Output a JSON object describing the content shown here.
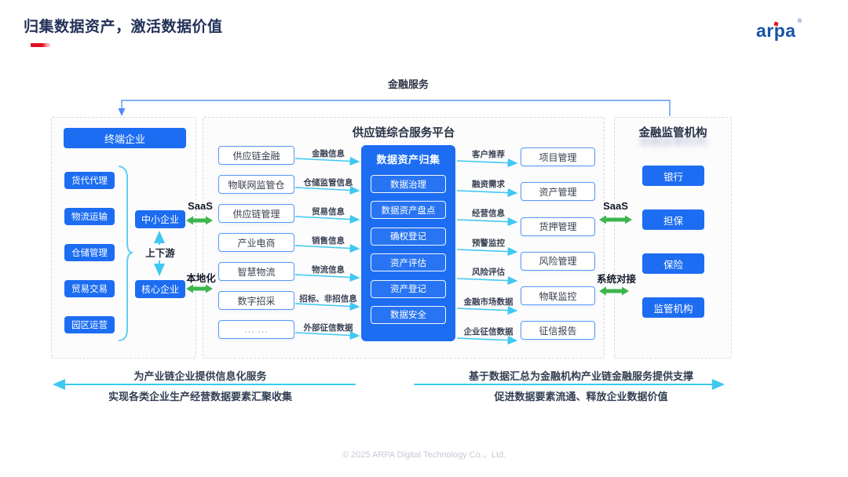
{
  "slide": {
    "title": "归集数据资产，激活数据价值",
    "logo_text": "arpa",
    "logo_mark": "®",
    "footer": "© 2025 ARPA Digital Technology Co.，Ltd."
  },
  "top_flow_label": "金融服务",
  "left_panel": {
    "header_box": "终端企业",
    "industry_items": [
      "货代代理",
      "物流运输",
      "仓储管理",
      "贸易交易",
      "园区运营"
    ],
    "sme_box": "中小企业",
    "core_box": "核心企业",
    "updown_label": "上下游",
    "saas_label": "SaaS",
    "local_label": "本地化"
  },
  "platform_panel": {
    "title": "供应链综合服务平台",
    "source_boxes": [
      "供应链金融",
      "物联网监管仓",
      "供应链管理",
      "产业电商",
      "智慧物流",
      "数字招采",
      "... ..."
    ],
    "source_info_labels": [
      "金融信息",
      "仓储监管信息",
      "贸易信息",
      "销售信息",
      "物流信息",
      "招标、非招信息",
      "外部征信数据"
    ],
    "hub": {
      "title": "数据资产归集",
      "items": [
        "数据治理",
        "数据资产盘点",
        "确权登记",
        "资产评估",
        "资产登记",
        "数据安全"
      ]
    },
    "output_info_labels": [
      "客户推荐",
      "融资需求",
      "经营信息",
      "预警监控",
      "风险评估",
      "金融市场数据",
      "企业征信数据"
    ],
    "target_boxes": [
      "项目管理",
      "资产管理",
      "货押管理",
      "风险管理",
      "物联监控",
      "征信报告"
    ],
    "saas_label": "SaaS",
    "sys_label": "系统对接"
  },
  "right_panel": {
    "title": "金融监管机构",
    "items": [
      "银行",
      "担保",
      "保险",
      "监管机构"
    ]
  },
  "bottom_notes": {
    "left_line1": "为产业链企业提供信息化服务",
    "left_line2": "实现各类企业生产经营数据要素汇聚收集",
    "right_line1": "基于数据汇总为金融机构产业链金融服务提供支撑",
    "right_line2": "促进数据要素流通、释放企业数据价值"
  },
  "colors": {
    "primary_blue": "#1D6DF2",
    "accent_red": "#E8112D",
    "arrow_cyan": "#3EC8F2",
    "arrow_green": "#3CB54D",
    "bracket_blue": "#5B96F5",
    "logo_blue": "#1A52A5",
    "title_navy": "#233159"
  }
}
